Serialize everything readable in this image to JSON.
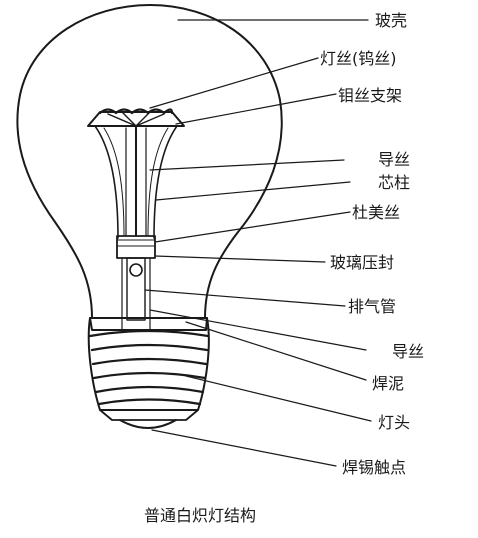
{
  "labels": [
    "玻壳",
    "灯丝(钨丝)",
    "钼丝支架",
    "导丝",
    "芯柱",
    "杜美丝",
    "玻璃压封",
    "排气管",
    "导丝",
    "焊泥",
    "灯头",
    "焊锡触点"
  ],
  "caption": "普通白炽灯结构"
}
